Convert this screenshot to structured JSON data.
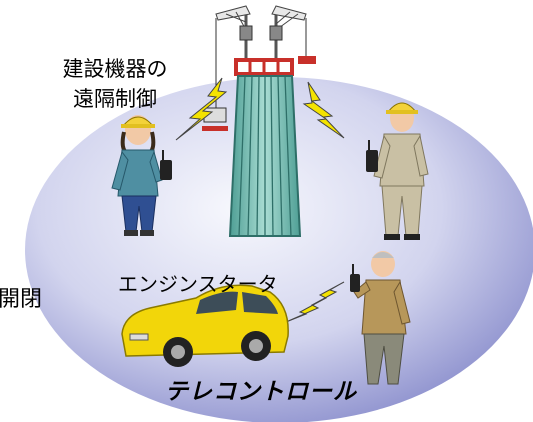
{
  "labels": {
    "equipment_line1": "建設機器の",
    "equipment_line2": "遠隔制御",
    "engine_starter": "エンジンスタータ",
    "open_close": "開閉",
    "telecontrol": "テレコントロール"
  },
  "colors": {
    "ellipse_center": "#f4f5fc",
    "ellipse_edge": "#8387c9",
    "lightning": "#f4e300",
    "car_body": "#f2d60a",
    "building_glass": "#8fcfc4",
    "building_frame": "#2e6f68",
    "crane_red": "#c8302a",
    "helmet": "#f3d23a"
  },
  "icons": [
    "building-crane-icon",
    "lightning-icon",
    "worker-woman-icon",
    "worker-man-icon",
    "businessman-icon",
    "walkie-talkie-icon",
    "car-icon"
  ]
}
